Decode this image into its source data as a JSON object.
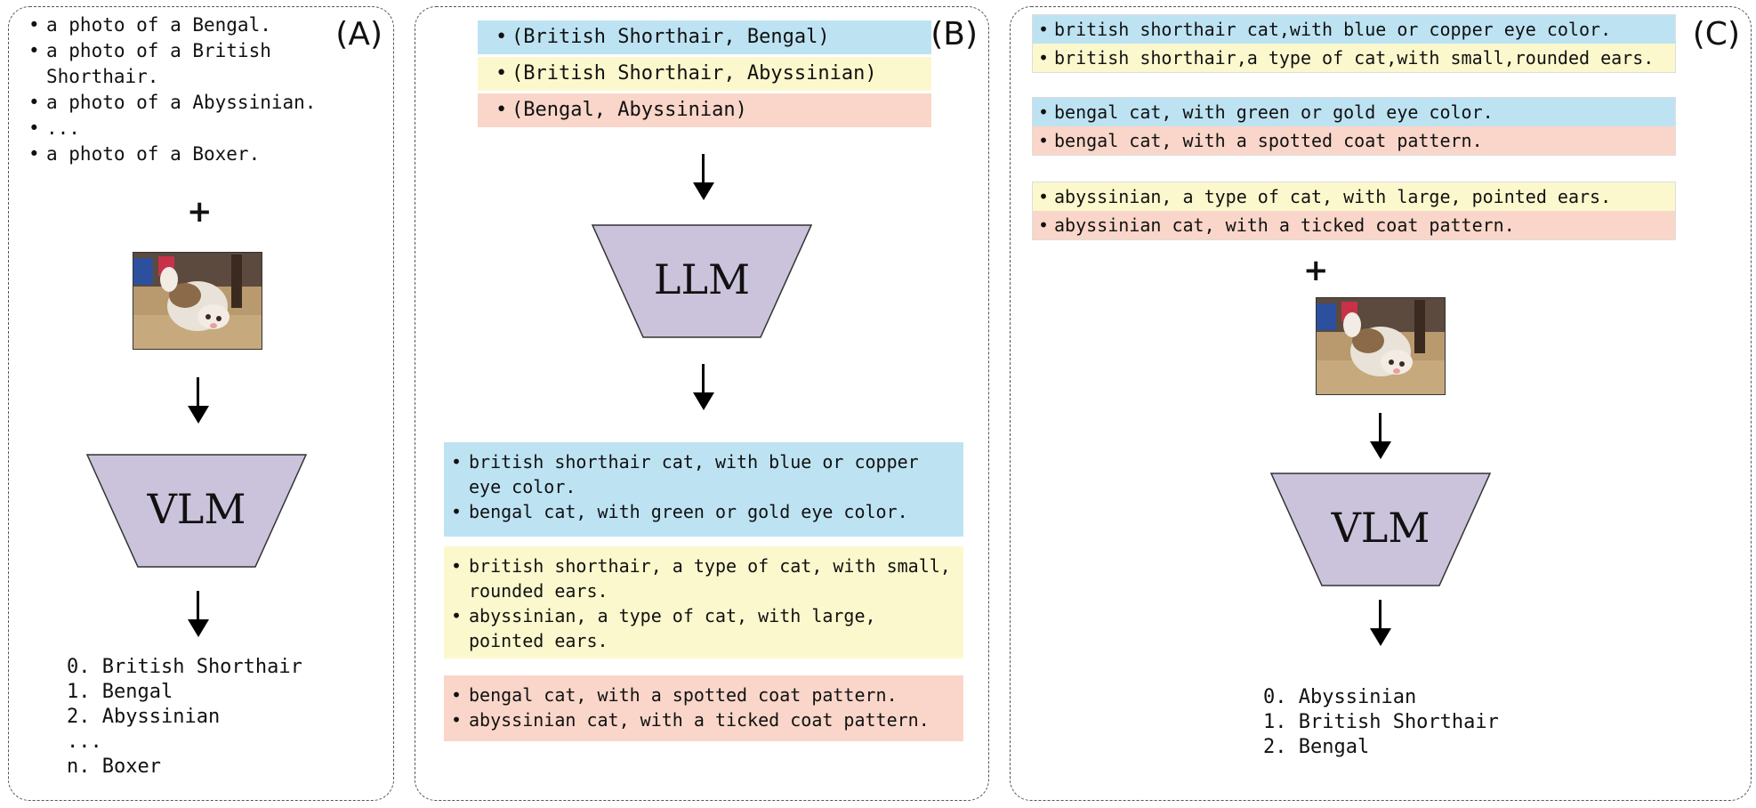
{
  "panel_a": {
    "label": "(A)",
    "prompts": [
      "a photo of a Bengal.",
      "a photo of a British Shorthair.",
      "a photo of a Abyssinian.",
      "...",
      "a photo of a Boxer."
    ],
    "plus": "+",
    "model": "VLM",
    "ranking": [
      "0. British Shorthair",
      "1. Bengal",
      "2. Abyssinian",
      "...",
      "n. Boxer"
    ]
  },
  "panel_b": {
    "label": "(B)",
    "pairs": [
      {
        "text": "(British Shorthair, Bengal)",
        "color": "#bde3f3"
      },
      {
        "text": "(British Shorthair, Abyssinian)",
        "color": "#fcf8cd"
      },
      {
        "text": "(Bengal, Abyssinian)",
        "color": "#f9d6c9"
      }
    ],
    "model": "LLM",
    "groups": [
      {
        "color": "#bde3f3",
        "items": [
          "british shorthair cat, with blue or copper eye color.",
          "bengal cat, with green or gold eye color."
        ]
      },
      {
        "color": "#fcf8cd",
        "items": [
          "british shorthair, a type of cat, with small, rounded ears.",
          "abyssinian, a type of cat, with large, pointed ears."
        ]
      },
      {
        "color": "#f9d6c9",
        "items": [
          "bengal cat, with a spotted coat pattern.",
          "abyssinian cat, with a ticked coat pattern."
        ]
      }
    ]
  },
  "panel_c": {
    "label": "(C)",
    "groups": [
      {
        "rows": [
          {
            "text": "british shorthair cat,with blue or copper eye color.",
            "color": "#bde3f3"
          },
          {
            "text": "british shorthair,a type of cat,with small,rounded ears.",
            "color": "#fcf8cd"
          }
        ]
      },
      {
        "rows": [
          {
            "text": "bengal cat, with green or gold eye color.",
            "color": "#bde3f3"
          },
          {
            "text": "bengal cat, with a spotted coat pattern.",
            "color": "#f9d6c9"
          }
        ]
      },
      {
        "rows": [
          {
            "text": "abyssinian, a type of cat, with large, pointed ears.",
            "color": "#fcf8cd"
          },
          {
            "text": "abyssinian cat, with a ticked coat pattern.",
            "color": "#f9d6c9"
          }
        ]
      }
    ],
    "plus": "+",
    "model": "VLM",
    "ranking": [
      "0. Abyssinian",
      "1. British Shorthair",
      "2. Bengal"
    ]
  },
  "colors": {
    "model_fill": "#cbc3dc",
    "model_stroke": "#333333",
    "blue_highlight": "#bde3f3",
    "yellow_highlight": "#fcf8cd",
    "pink_highlight": "#f9d6c9"
  },
  "icons": {
    "cat_photo": "cat-photo-icon",
    "arrow": "arrow-down-icon"
  }
}
